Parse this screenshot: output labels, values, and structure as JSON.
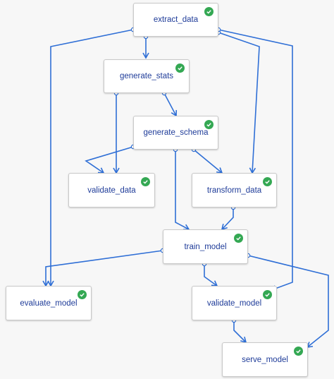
{
  "colors": {
    "edge": "#2f6fd6",
    "node_text": "#1f3c99",
    "status_ok": "#34a853",
    "background": "#f7f7f7"
  },
  "nodes": [
    {
      "id": "extract_data",
      "label": "extract_data",
      "status": "succeeded",
      "status_icon": "check-circle-icon"
    },
    {
      "id": "generate_stats",
      "label": "generate_stats",
      "status": "succeeded",
      "status_icon": "check-circle-icon"
    },
    {
      "id": "generate_schema",
      "label": "generate_schema",
      "status": "succeeded",
      "status_icon": "check-circle-icon"
    },
    {
      "id": "validate_data",
      "label": "validate_data",
      "status": "succeeded",
      "status_icon": "check-circle-icon"
    },
    {
      "id": "transform_data",
      "label": "transform_data",
      "status": "succeeded",
      "status_icon": "check-circle-icon"
    },
    {
      "id": "train_model",
      "label": "train_model",
      "status": "succeeded",
      "status_icon": "check-circle-icon"
    },
    {
      "id": "evaluate_model",
      "label": "evaluate_model",
      "status": "succeeded",
      "status_icon": "check-circle-icon"
    },
    {
      "id": "validate_model",
      "label": "validate_model",
      "status": "succeeded",
      "status_icon": "check-circle-icon"
    },
    {
      "id": "serve_model",
      "label": "serve_model",
      "status": "succeeded",
      "status_icon": "check-circle-icon"
    }
  ],
  "edges": [
    {
      "from": "extract_data",
      "to": "generate_stats"
    },
    {
      "from": "extract_data",
      "to": "evaluate_model"
    },
    {
      "from": "extract_data",
      "to": "transform_data"
    },
    {
      "from": "extract_data",
      "to": "validate_model"
    },
    {
      "from": "generate_stats",
      "to": "validate_data"
    },
    {
      "from": "generate_stats",
      "to": "generate_schema"
    },
    {
      "from": "generate_schema",
      "to": "validate_data"
    },
    {
      "from": "generate_schema",
      "to": "train_model"
    },
    {
      "from": "generate_schema",
      "to": "transform_data"
    },
    {
      "from": "transform_data",
      "to": "train_model"
    },
    {
      "from": "train_model",
      "to": "evaluate_model"
    },
    {
      "from": "train_model",
      "to": "validate_model"
    },
    {
      "from": "train_model",
      "to": "serve_model"
    },
    {
      "from": "validate_model",
      "to": "serve_model"
    }
  ]
}
